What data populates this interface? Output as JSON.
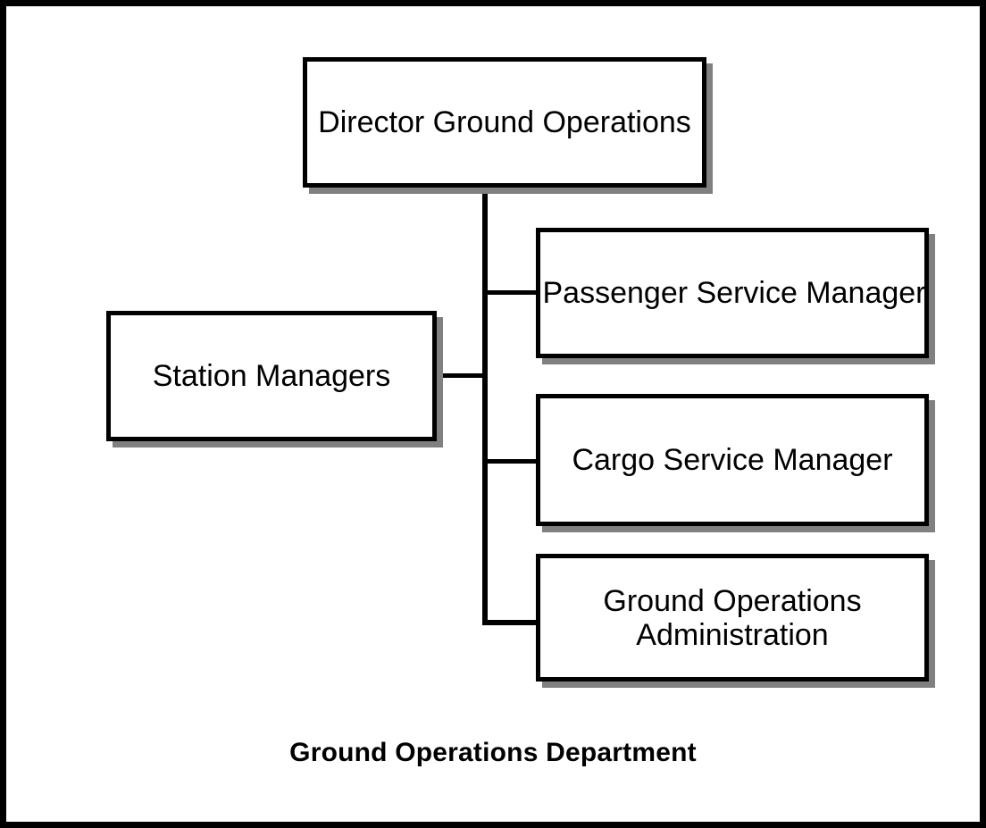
{
  "diagram": {
    "type": "organizational-chart",
    "caption": "Ground Operations Department",
    "root": {
      "id": "director",
      "label": "Director Ground Operations"
    },
    "nodes": [
      {
        "id": "director",
        "label": "Director Ground Operations",
        "reports_to": null,
        "position": "top-center"
      },
      {
        "id": "station",
        "label": "Station Managers",
        "reports_to": "director",
        "position": "left"
      },
      {
        "id": "passenger",
        "label": "Passenger Service Manager",
        "reports_to": "director",
        "position": "right-1"
      },
      {
        "id": "cargo",
        "label": "Cargo Service Manager",
        "reports_to": "director",
        "position": "right-2"
      },
      {
        "id": "admin",
        "label": "Ground Operations\nAdministration",
        "reports_to": "director",
        "position": "right-3"
      }
    ],
    "labels": {
      "director": "Director Ground Operations",
      "station": "Station Managers",
      "passenger": "Passenger Service Manager",
      "cargo": "Cargo Service Manager",
      "admin_line1": "Ground Operations",
      "admin_line2": "Administration"
    },
    "colors": {
      "box_fill": "#ffffff",
      "box_border": "#000000",
      "box_shadow": "#808080",
      "line": "#000000",
      "frame": "#000000",
      "text": "#000000",
      "background": "#ffffff"
    }
  }
}
